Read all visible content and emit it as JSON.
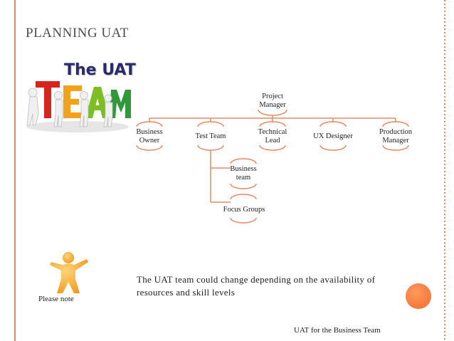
{
  "slide": {
    "title": "PLANNING UAT",
    "heading": "The UAT",
    "team_letters": [
      "T",
      "E",
      "A",
      "M"
    ]
  },
  "org_chart": {
    "root": "Project\nManager",
    "level1": [
      {
        "label": "Business\nOwner"
      },
      {
        "label": "Test Team"
      },
      {
        "label": "Technical\nLead"
      },
      {
        "label": "UX Designer"
      },
      {
        "label": "Production\nManager"
      }
    ],
    "test_team_children": [
      {
        "label": "Business\nteam"
      },
      {
        "label": "Focus Groups"
      }
    ],
    "line_color": "#e58a63"
  },
  "note": {
    "label": "Please note",
    "text": "The UAT team could change depending on the availability of resources and skill levels"
  },
  "footer": {
    "text": "UAT for the Business Team"
  },
  "colors": {
    "accent": "#e58a63",
    "heading": "#2b2b6b",
    "circle": "#f16a2c"
  }
}
